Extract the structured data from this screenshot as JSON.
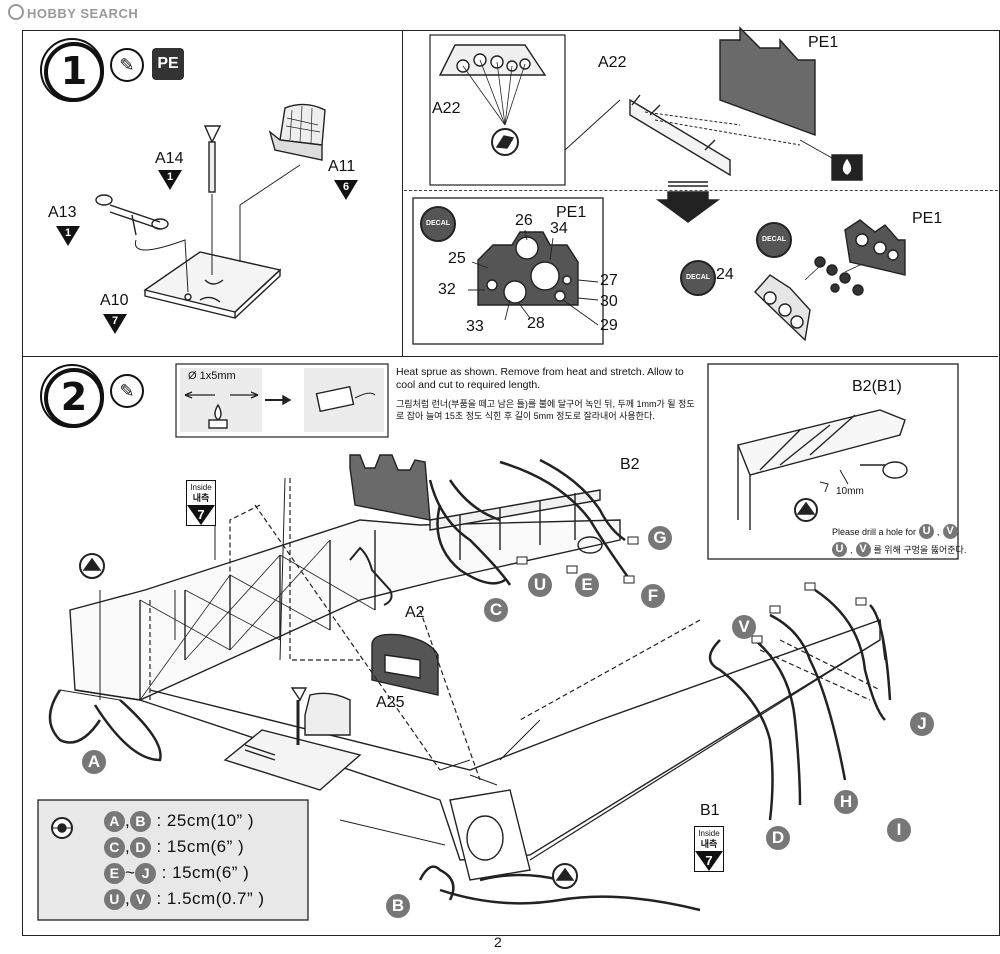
{
  "watermark": "HOBBY SEARCH",
  "page_number": "2",
  "step1": {
    "number": "1",
    "pe_badge": "PE",
    "parts": {
      "a14": {
        "label": "A14",
        "qty": "1"
      },
      "a11": {
        "label": "A11",
        "qty": "6"
      },
      "a13": {
        "label": "A13",
        "qty": "1"
      },
      "a10": {
        "label": "A10",
        "qty": "7"
      }
    }
  },
  "panel_top_right": {
    "a22_small": "A22",
    "a22": "A22",
    "pe1": "PE1"
  },
  "panel_instrument": {
    "decal_label": "DECAL",
    "pe1": "PE1",
    "numbers": [
      "26",
      "34",
      "25",
      "27",
      "32",
      "30",
      "33",
      "28",
      "29"
    ]
  },
  "panel_decal_assembly": {
    "decal_label_1": "DECAL",
    "decal_label_2": "DECAL",
    "pe1": "PE1",
    "n24": "24"
  },
  "step2": {
    "number": "2",
    "sprue_size": "Ø 1x5mm",
    "note_en": "Heat sprue as shown. Remove from heat and stretch. Allow to cool and cut to required length.",
    "note_ko": "그림처럼 런너(부품을 떼고 남은 틀)를 불에 달구어 녹인 뒤, 두께 1mm가 될 정도로 잡아 늘여 15초 정도 식힌 후 길이 5mm 정도로 잘라내어 사용한다.",
    "inside_en": "Inside",
    "inside_ko": "내측",
    "inside_num": "7",
    "labels": {
      "b2": "B2",
      "b1": "B1",
      "a2": "A2",
      "a25": "A25",
      "c": "C",
      "u": "U",
      "e": "E",
      "f": "F",
      "g": "G",
      "a": "A",
      "b": "B",
      "d": "D",
      "h": "H",
      "i": "I",
      "j": "J",
      "v": "V"
    }
  },
  "inset": {
    "title": "B2(B1)",
    "dim": "10mm",
    "drill_en": "Please drill a hole for",
    "drill_en_u": "U",
    "drill_en_v": "V",
    "drill_ko": "를 위해 구멍을 뚫어준다."
  },
  "legend": [
    {
      "a": "A",
      "b": "B",
      "sep": ",",
      "value": "25cm(10” )"
    },
    {
      "a": "C",
      "b": "D",
      "sep": ",",
      "value": "15cm(6” )"
    },
    {
      "a": "E",
      "b": "J",
      "sep": "~",
      "value": "15cm(6” )"
    },
    {
      "a": "U",
      "b": "V",
      "sep": ",",
      "value": "1.5cm(0.7” )"
    }
  ]
}
